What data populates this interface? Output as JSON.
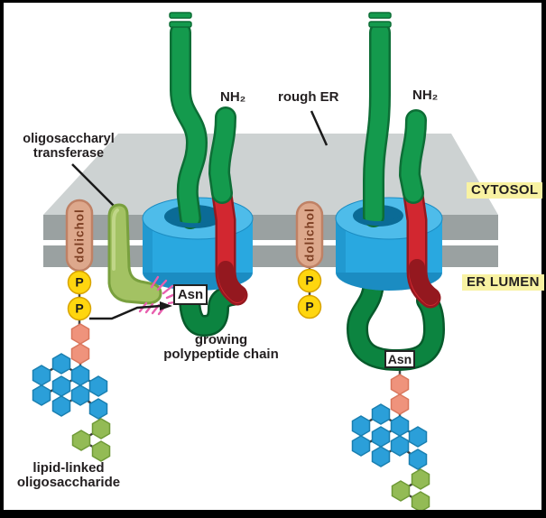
{
  "labels": {
    "oligosaccharyl_transferase": "oligosaccharyl transferase",
    "rough_er": "rough ER",
    "cytosol": "CYTOSOL",
    "er_lumen": "ER LUMEN",
    "nh2_left": "NH₂",
    "nh2_right": "NH₂",
    "dolichol_left": "dolichol",
    "dolichol_right": "dolichol",
    "phosphate_1": "P",
    "phosphate_2": "P",
    "phosphate_3": "P",
    "phosphate_4": "P",
    "asn_left": "Asn",
    "asn_right": "Asn",
    "growing_polypeptide_chain": "growing polypeptide chain",
    "lipid_linked_oligosaccharide": "lipid-linked oligosaccharide"
  },
  "glycan_tree": {
    "salmon_hexagons": 2,
    "blue_hexagons": 9,
    "green_hexagons": 3,
    "phosphates_per_dolichol": 2
  },
  "colors": {
    "membrane-top": "#cdd2d2",
    "membrane-band": "#9aa1a1",
    "translocon-blue": "#29a8e0",
    "translocon-top": "#4ebcea",
    "translocon-dark": "#1b8cc2",
    "translocon-hole": "#0b6b96",
    "polypeptide-green": "#149a4d",
    "polypeptide-green-dark": "#0d6e36",
    "lumen-green": "#0c8440",
    "lumen-green-dark": "#075a2b",
    "signal-red": "#d22730",
    "signal-red-dark": "#94181f",
    "transferase-olive": "#a3c263",
    "transferase-olive-dark": "#79a03e",
    "dolichol-tan": "#dda88c",
    "dolichol-tan-dark": "#bf8165",
    "dolichol-text": "#7c3e22",
    "phosphate-yellow": "#ffd60f",
    "glcnac-salmon": "#ef937c",
    "mannose-blue": "#2b9fd9",
    "glucose-green": "#93bb55",
    "sugar-line": "#3a3a3a",
    "label-highlight": "#f8f2a2",
    "ray-pink": "#e85fae",
    "text-black": "#231f20"
  }
}
